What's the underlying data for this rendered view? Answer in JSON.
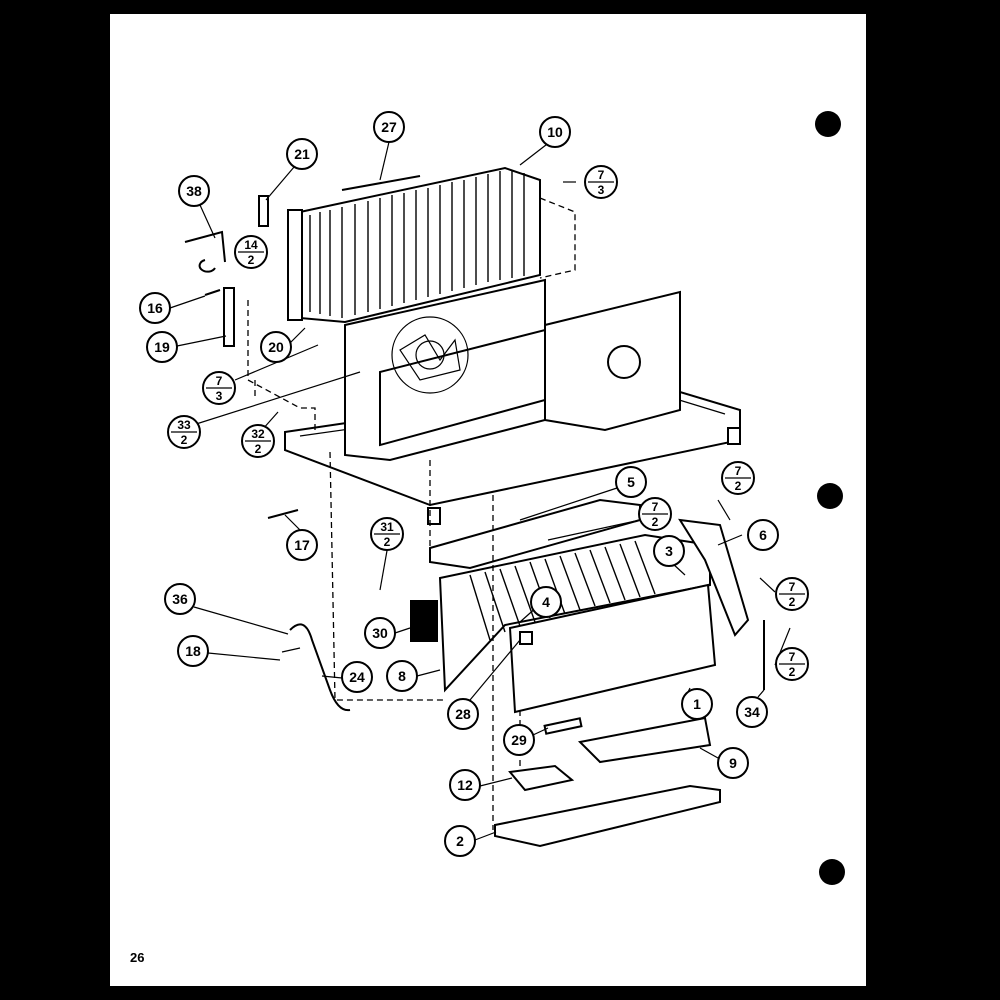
{
  "page": {
    "number": "26",
    "border_color": "#000000",
    "paper_color": "#ffffff"
  },
  "callouts": [
    {
      "id": "c27",
      "text": "27"
    },
    {
      "id": "c10",
      "text": "10"
    },
    {
      "id": "c21",
      "text": "21"
    },
    {
      "id": "c38",
      "text": "38"
    },
    {
      "id": "c16",
      "text": "16"
    },
    {
      "id": "c19",
      "text": "19"
    },
    {
      "id": "c20",
      "text": "20"
    },
    {
      "id": "c5",
      "text": "5"
    },
    {
      "id": "c6",
      "text": "6"
    },
    {
      "id": "c3",
      "text": "3"
    },
    {
      "id": "c4",
      "text": "4"
    },
    {
      "id": "c17",
      "text": "17"
    },
    {
      "id": "c36",
      "text": "36"
    },
    {
      "id": "c30",
      "text": "30"
    },
    {
      "id": "c18",
      "text": "18"
    },
    {
      "id": "c24",
      "text": "24"
    },
    {
      "id": "c8",
      "text": "8"
    },
    {
      "id": "c28",
      "text": "28"
    },
    {
      "id": "c1",
      "text": "1"
    },
    {
      "id": "c34",
      "text": "34"
    },
    {
      "id": "c29",
      "text": "29"
    },
    {
      "id": "c9",
      "text": "9"
    },
    {
      "id": "c12",
      "text": "12"
    },
    {
      "id": "c2",
      "text": "2"
    }
  ],
  "fraction_refs": [
    {
      "id": "f7_3_top",
      "num": "7",
      "den": "3"
    },
    {
      "id": "f14_2",
      "num": "14",
      "den": "2"
    },
    {
      "id": "f7_3_left",
      "num": "7",
      "den": "3"
    },
    {
      "id": "f33_2",
      "num": "33",
      "den": "2"
    },
    {
      "id": "f32_2",
      "num": "32",
      "den": "2"
    },
    {
      "id": "f7_2_a",
      "num": "7",
      "den": "2"
    },
    {
      "id": "f7_2_b",
      "num": "7",
      "den": "2"
    },
    {
      "id": "f31_2",
      "num": "31",
      "den": "2"
    },
    {
      "id": "f7_2_c",
      "num": "7",
      "den": "2"
    },
    {
      "id": "f7_2_d",
      "num": "7",
      "den": "2"
    }
  ]
}
